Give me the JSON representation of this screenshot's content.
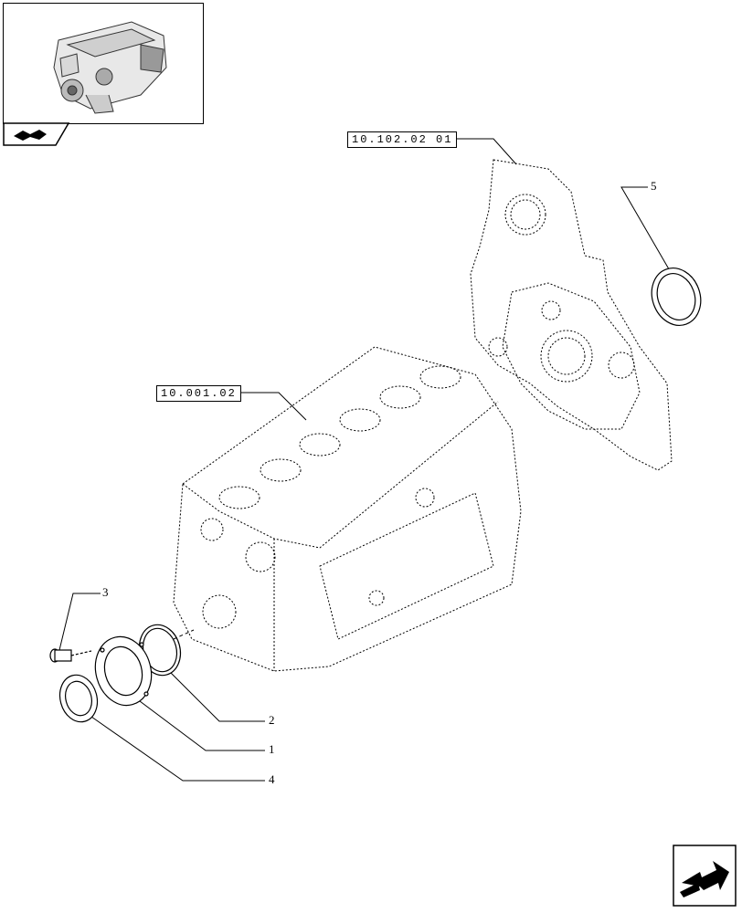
{
  "thumbnail": {
    "icon": "engine-thumbnail"
  },
  "nav": {
    "prev_icon": "book-arrow-icon",
    "next_icon": "next-page-arrow-icon"
  },
  "references": {
    "cover_ref": "10.102.02 01",
    "block_ref": "10.001.02"
  },
  "callouts": {
    "item_1": "1",
    "item_2": "2",
    "item_3": "3",
    "item_4": "4",
    "item_5": "5"
  }
}
